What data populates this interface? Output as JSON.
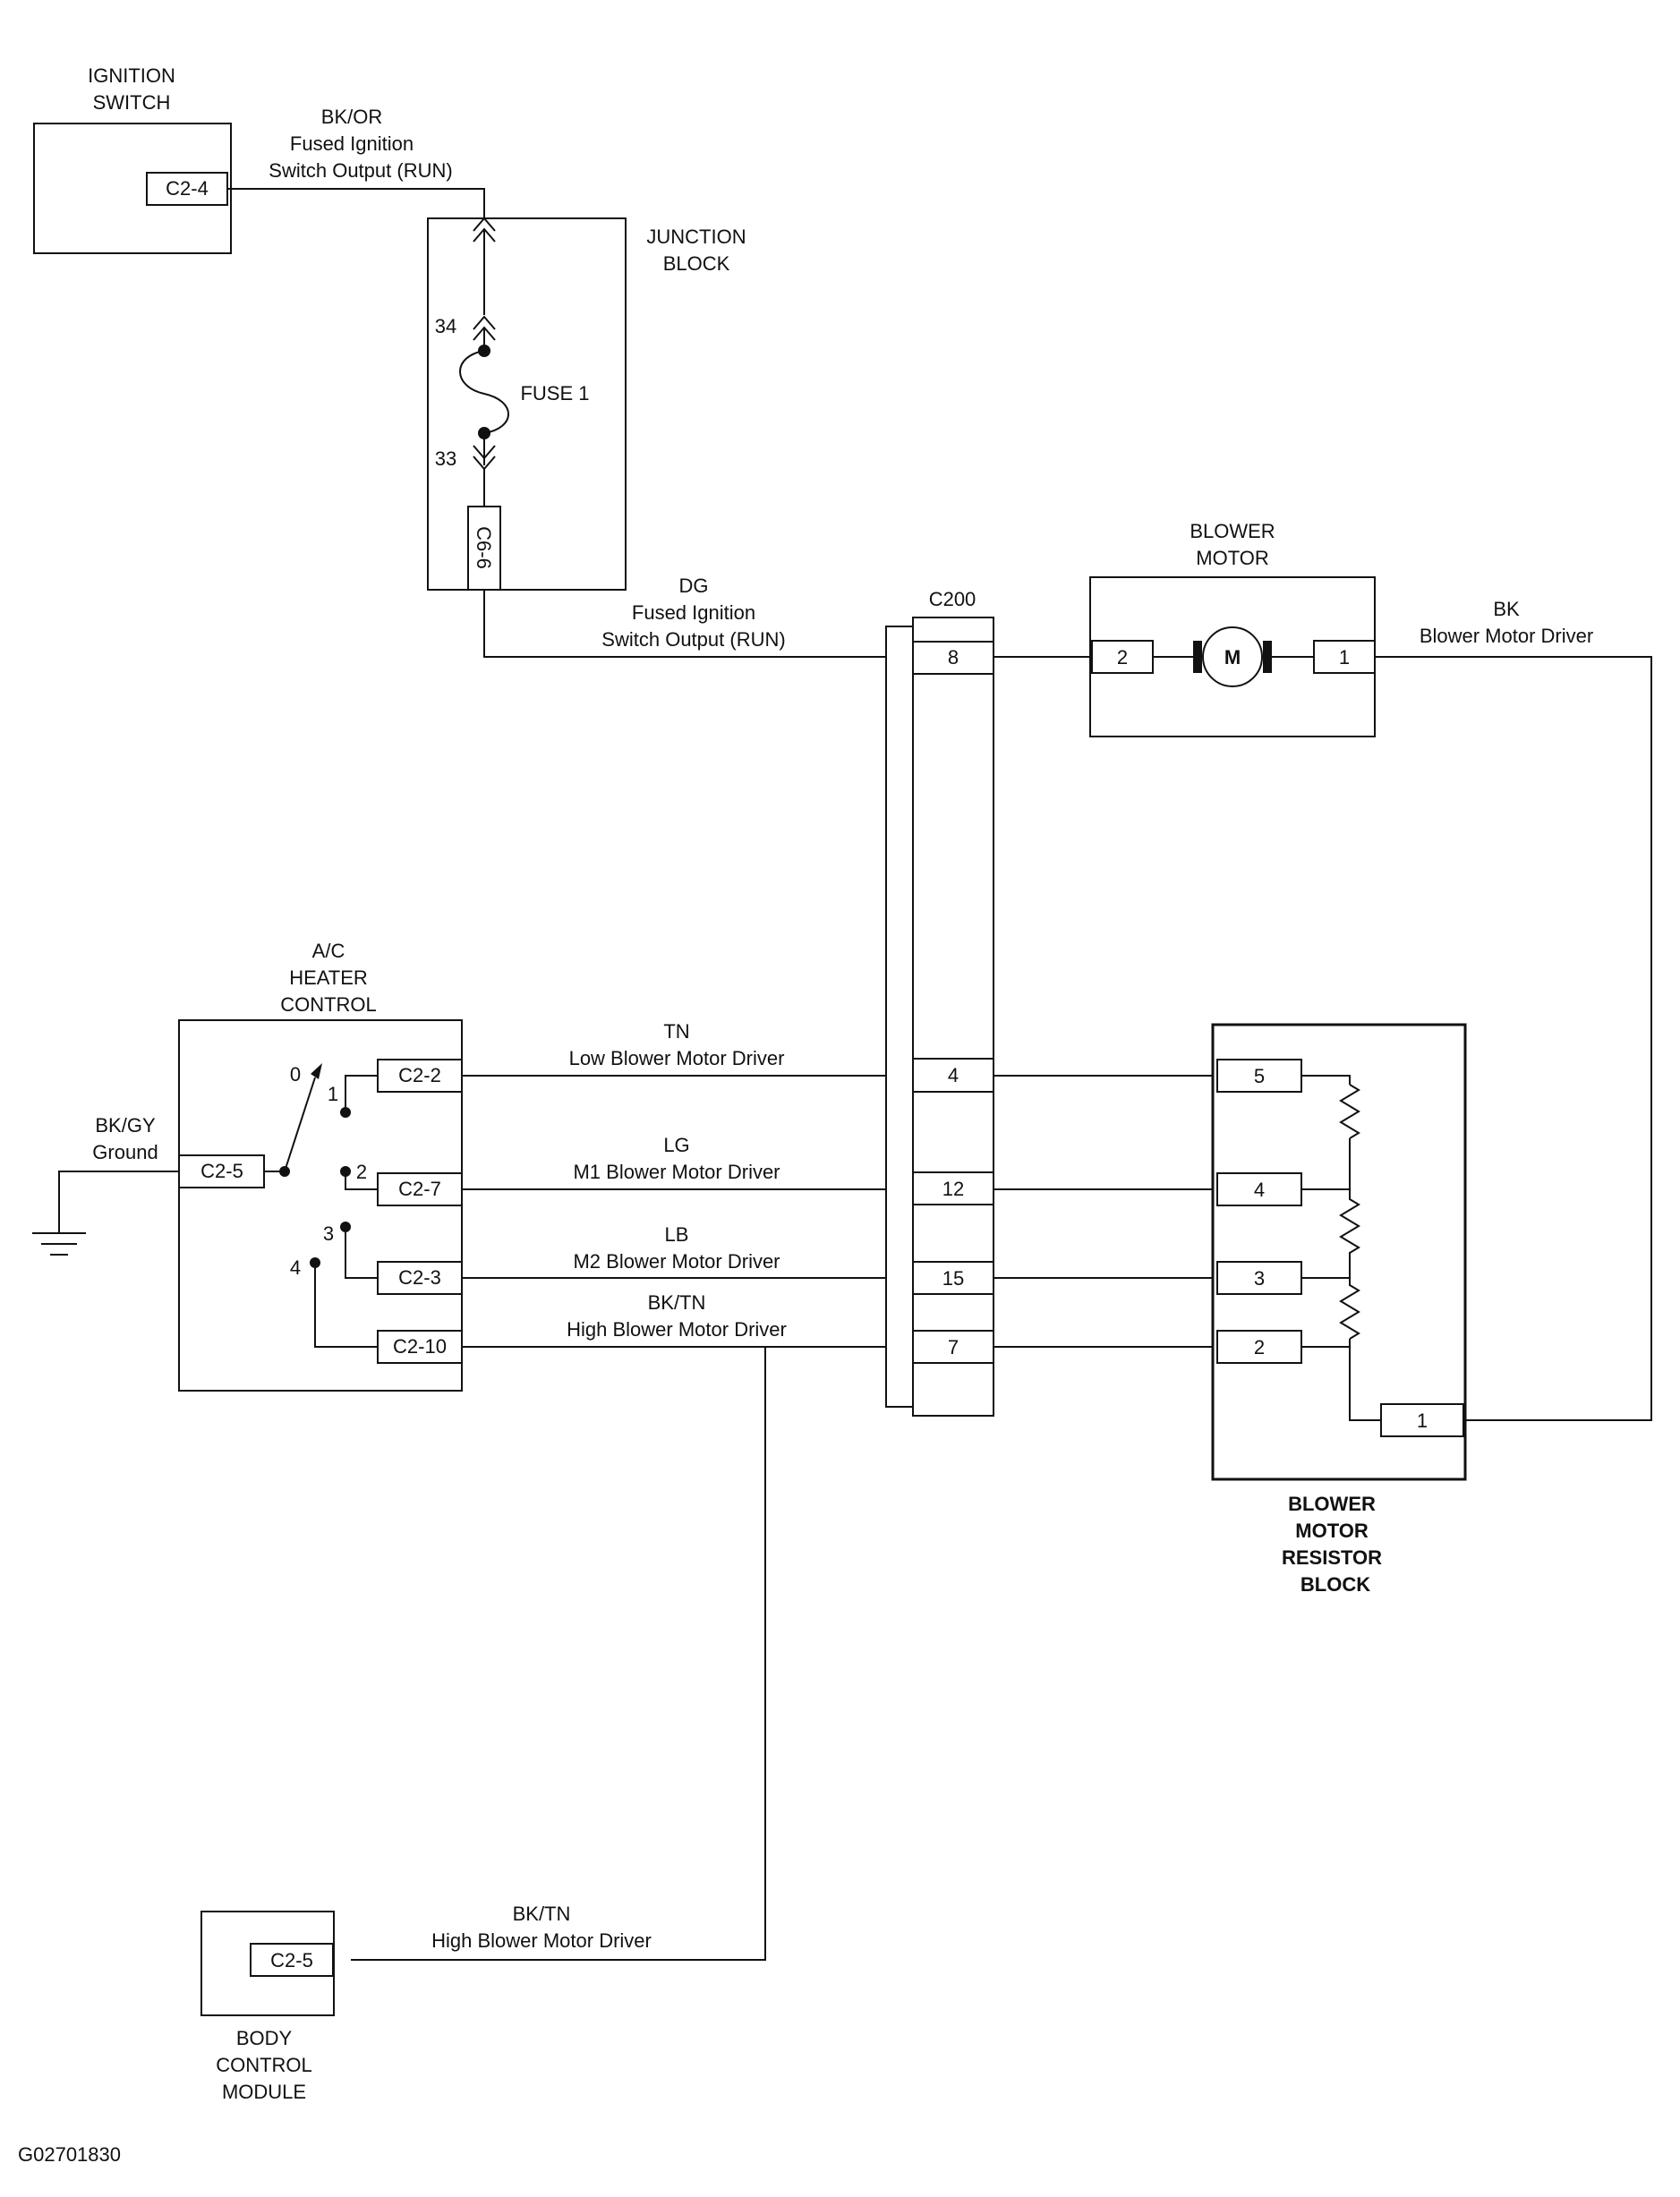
{
  "components": {
    "ignition_switch": {
      "name_line1": "IGNITION",
      "name_line2": "SWITCH",
      "connector": "C2-4"
    },
    "junction_block": {
      "name_line1": "JUNCTION",
      "name_line2": "BLOCK",
      "fuse": "FUSE 1",
      "pin_in": "34",
      "pin_out": "33",
      "connector": "C6-6"
    },
    "blower_motor": {
      "name_line1": "BLOWER",
      "name_line2": "MOTOR",
      "pin_left": "2",
      "pin_right": "1",
      "symbol": "M"
    },
    "c200": {
      "name": "C200",
      "pins": [
        "8",
        "4",
        "12",
        "15",
        "7"
      ]
    },
    "ac_heater_control": {
      "name_line1": "A/C",
      "name_line2": "HEATER",
      "name_line3": "CONTROL",
      "ground_connector": "C2-5",
      "connectors": [
        "C2-2",
        "C2-7",
        "C2-3",
        "C2-10"
      ],
      "switch_positions": [
        "0",
        "1",
        "2",
        "3",
        "4"
      ]
    },
    "resistor_block": {
      "name_line1": "BLOWER",
      "name_line2": "MOTOR",
      "name_line3": "RESISTOR",
      "name_line4": "BLOCK",
      "pins": [
        "5",
        "4",
        "3",
        "2",
        "1"
      ]
    },
    "body_control_module": {
      "name_line1": "BODY",
      "name_line2": "CONTROL",
      "name_line3": "MODULE",
      "connector": "C2-5"
    }
  },
  "wires": {
    "ign_out": {
      "color": "BK/OR",
      "desc1": "Fused Ignition",
      "desc2": "Switch Output (RUN)"
    },
    "dg_out": {
      "color": "DG",
      "desc1": "Fused Ignition",
      "desc2": "Switch Output (RUN)"
    },
    "bk_driver": {
      "color": "BK",
      "desc": "Blower Motor Driver"
    },
    "ground": {
      "color": "BK/GY",
      "desc": "Ground"
    },
    "low": {
      "color": "TN",
      "desc": "Low Blower Motor Driver"
    },
    "m1": {
      "color": "LG",
      "desc": "M1 Blower Motor Driver"
    },
    "m2": {
      "color": "LB",
      "desc": "M2 Blower Motor Driver"
    },
    "high": {
      "color": "BK/TN",
      "desc": "High Blower Motor Driver"
    },
    "bcm_high": {
      "color": "BK/TN",
      "desc": "High Blower Motor Driver"
    }
  },
  "figure_id": "G02701830"
}
